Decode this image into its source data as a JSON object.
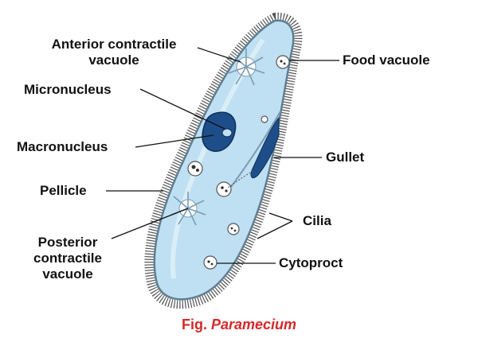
{
  "figure": {
    "caption_prefix": "Fig.",
    "caption_name": "Paramecium",
    "caption_color": "#d6282a",
    "cell_fill": "#bfe0f2",
    "cell_outline": "#5f7f92",
    "nucleus_color": "#1d4e89",
    "cilia_color": "#555555"
  },
  "labels": {
    "anterior_line1": "Anterior contractile",
    "anterior_line2": "vacuole",
    "micronucleus": "Micronucleus",
    "macronucleus": "Macronucleus",
    "pellicle": "Pellicle",
    "posterior_line1": "Posterior",
    "posterior_line2": "contractile",
    "posterior_line3": "vacuole",
    "food_vacuole": "Food vacuole",
    "gullet": "Gullet",
    "cilia": "Cilia",
    "cytoproct": "Cytoproct"
  }
}
